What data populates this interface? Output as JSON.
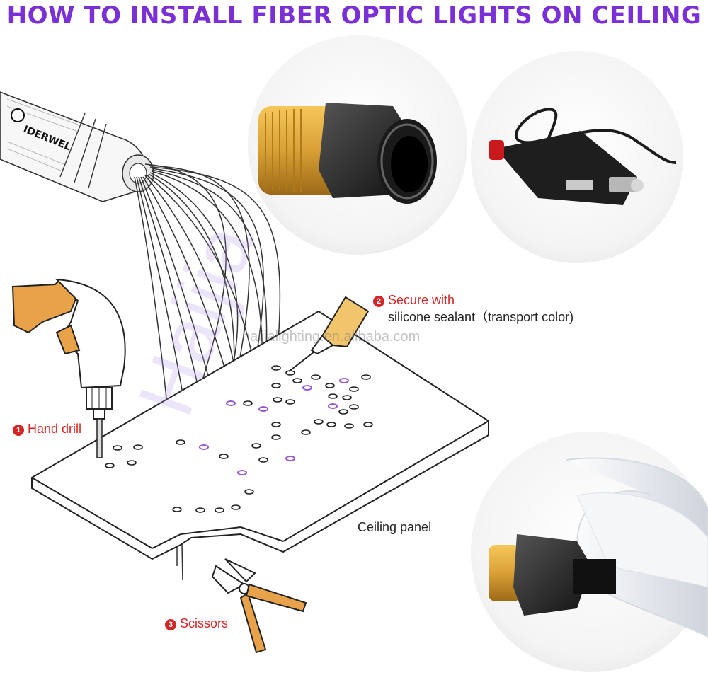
{
  "title": "HOW TO INSTALL FIBER OPTIC LIGHTS ON CEILING",
  "brand": "IDERWEL",
  "watermark_url": "haijialighting.en.alibaba.com",
  "watermark_logo": "Haijia",
  "steps": [
    {
      "number": "1",
      "label": "Hand drill"
    },
    {
      "number": "2",
      "label_line1": "Secure with",
      "label_line2": "silicone sealant（transport color)"
    },
    {
      "number": "3",
      "label": "Scissors"
    }
  ],
  "panel_label": "Ceiling panel",
  "colors": {
    "title": "#7b2fd6",
    "step_number": "#d62424",
    "brass": "#d9a035",
    "tool_orange": "#e8a24a",
    "panel_line": "#222222",
    "hole_accent": "#9a55d8"
  },
  "icons": [
    "light-engine-icon",
    "brass-connector-icon",
    "car-plug-icon",
    "fiber-bundle-icon",
    "hand-drill-icon",
    "sealant-bottle-icon",
    "scissors-icon"
  ]
}
